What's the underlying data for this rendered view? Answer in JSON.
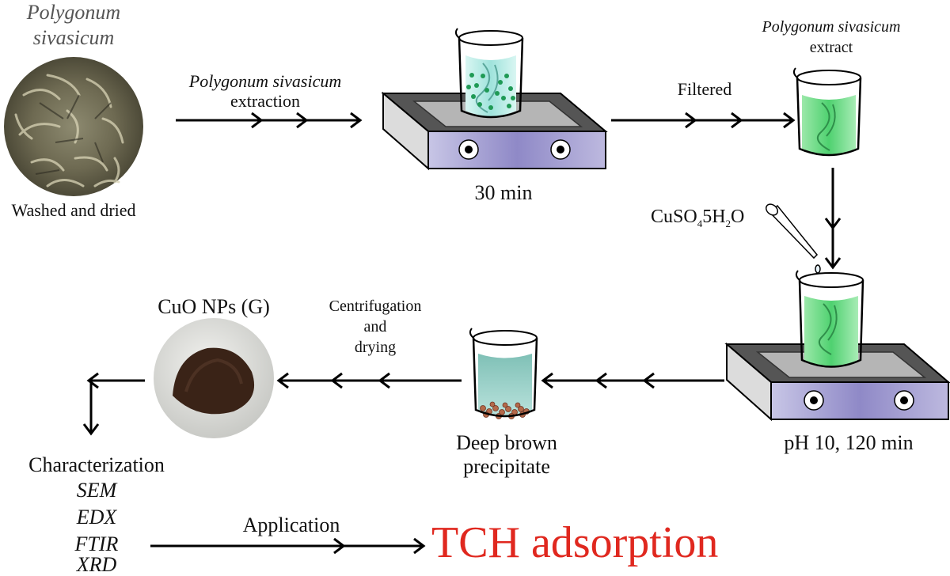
{
  "plant": {
    "name_line1": "Polygonum",
    "name_line2": "sivasicum",
    "caption": "Washed and dried"
  },
  "steps": {
    "extraction_species": "Polygonum sivasicum",
    "extraction_word": "extraction",
    "stir_time": "30 min",
    "filtered": "Filtered",
    "extract_species": "Polygonum sivasicum",
    "extract_word": "extract",
    "reagent_main": "CuSO",
    "reagent_sub1": "4",
    "reagent_mid": "5H",
    "reagent_sub2": "2",
    "reagent_end": "O",
    "reaction_conditions": "pH 10, 120 min",
    "precipitate_line1": "Deep brown",
    "precipitate_line2": "precipitate",
    "centrifuge_line1": "Centrifugation",
    "centrifuge_line2": "and",
    "centrifuge_line3": "drying",
    "product": "CuO NPs (G)"
  },
  "characterization": {
    "title": "Characterization",
    "methods": [
      "SEM",
      "EDX",
      "FTIR",
      "XRD"
    ]
  },
  "application": {
    "label": "Application",
    "target": "TCH adsorption"
  },
  "colors": {
    "extract_green": "#5fd67e",
    "light_blue_liquid": "#bfeeea",
    "stirrer_front": "#8c86c4",
    "tch_red": "#e0281f",
    "powder_brown": "#3a2317"
  }
}
